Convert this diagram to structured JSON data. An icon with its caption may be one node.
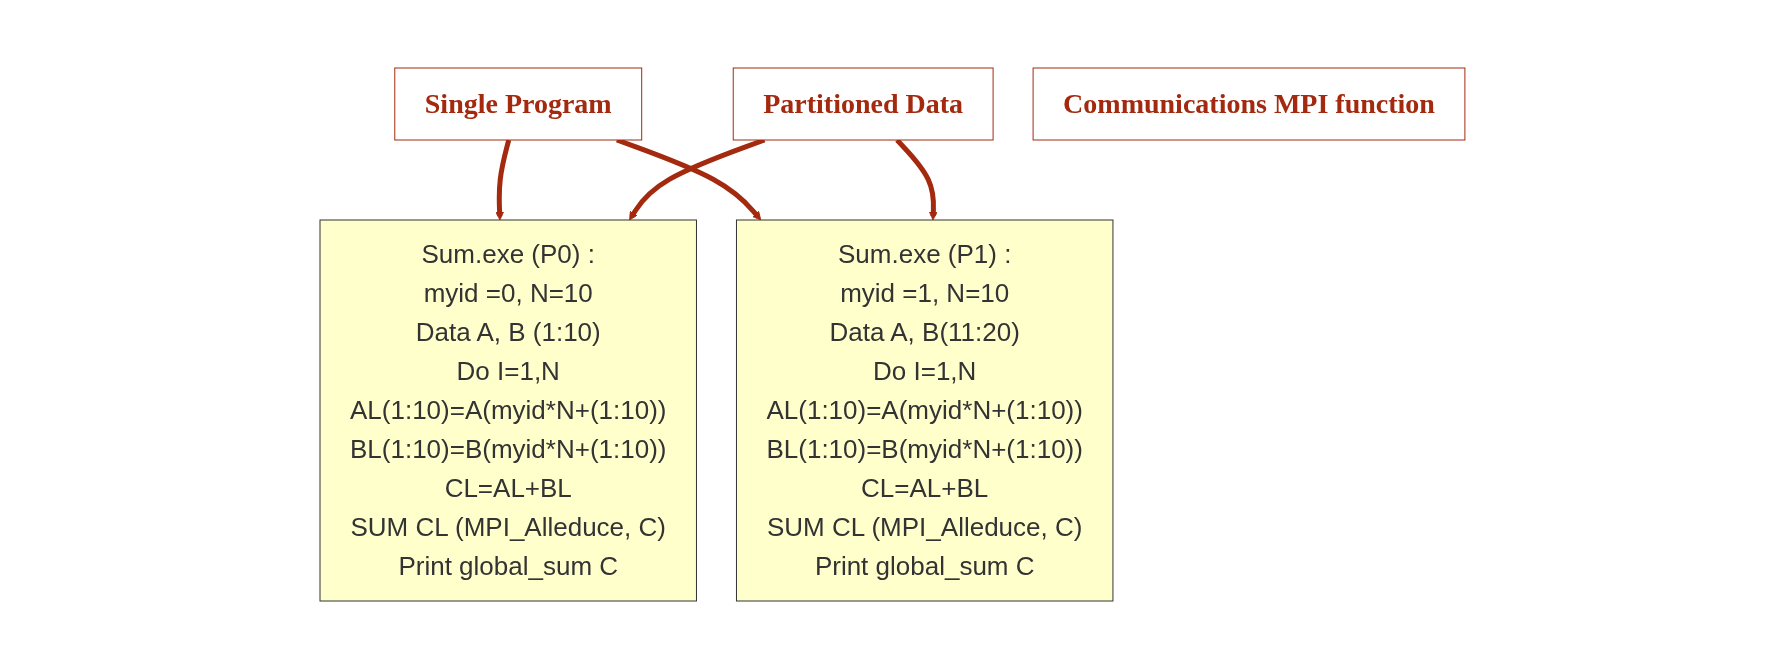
{
  "diagram": {
    "nodes": [
      {
        "text": [
          "Sum.exe (P0) :",
          "myid =0, N=10",
          "Data A, B (1:10)",
          "Do I=1,N",
          "AL(1:10)=A(myid*N+(1:10))",
          "BL(1:10)=B(myid*N+(1:10))",
          "CL=AL+BL",
          "SUM CL (MPI_Alleduce, C)",
          "Print global_sum C"
        ]
      },
      {
        "text": [
          "Single Program"
        ]
      },
      {
        "text": [
          "Partitioned Data"
        ]
      },
      {
        "text": [
          "Communications MPI function"
        ]
      },
      {
        "text": [
          "Sum.exe (P1) :",
          "myid =1, N=10",
          "Data A, B(11:20)",
          "Do I=1,N",
          "AL(1:10)=A(myid*N+(1:10))",
          "BL(1:10)=B(myid*N+(1:10))",
          "CL=AL+BL",
          "SUM CL (MPI_Alleduce, C)",
          "Print global_sum C"
        ]
      }
    ],
    "edges": [
      {
        "from": 1,
        "to": 0,
        "arrow": "to"
      },
      {
        "from": 1,
        "to": 4,
        "arrow": "to"
      },
      {
        "from": 2,
        "to": 0,
        "arrow": "to"
      },
      {
        "from": 2,
        "to": 4,
        "arrow": "to"
      }
    ]
  }
}
